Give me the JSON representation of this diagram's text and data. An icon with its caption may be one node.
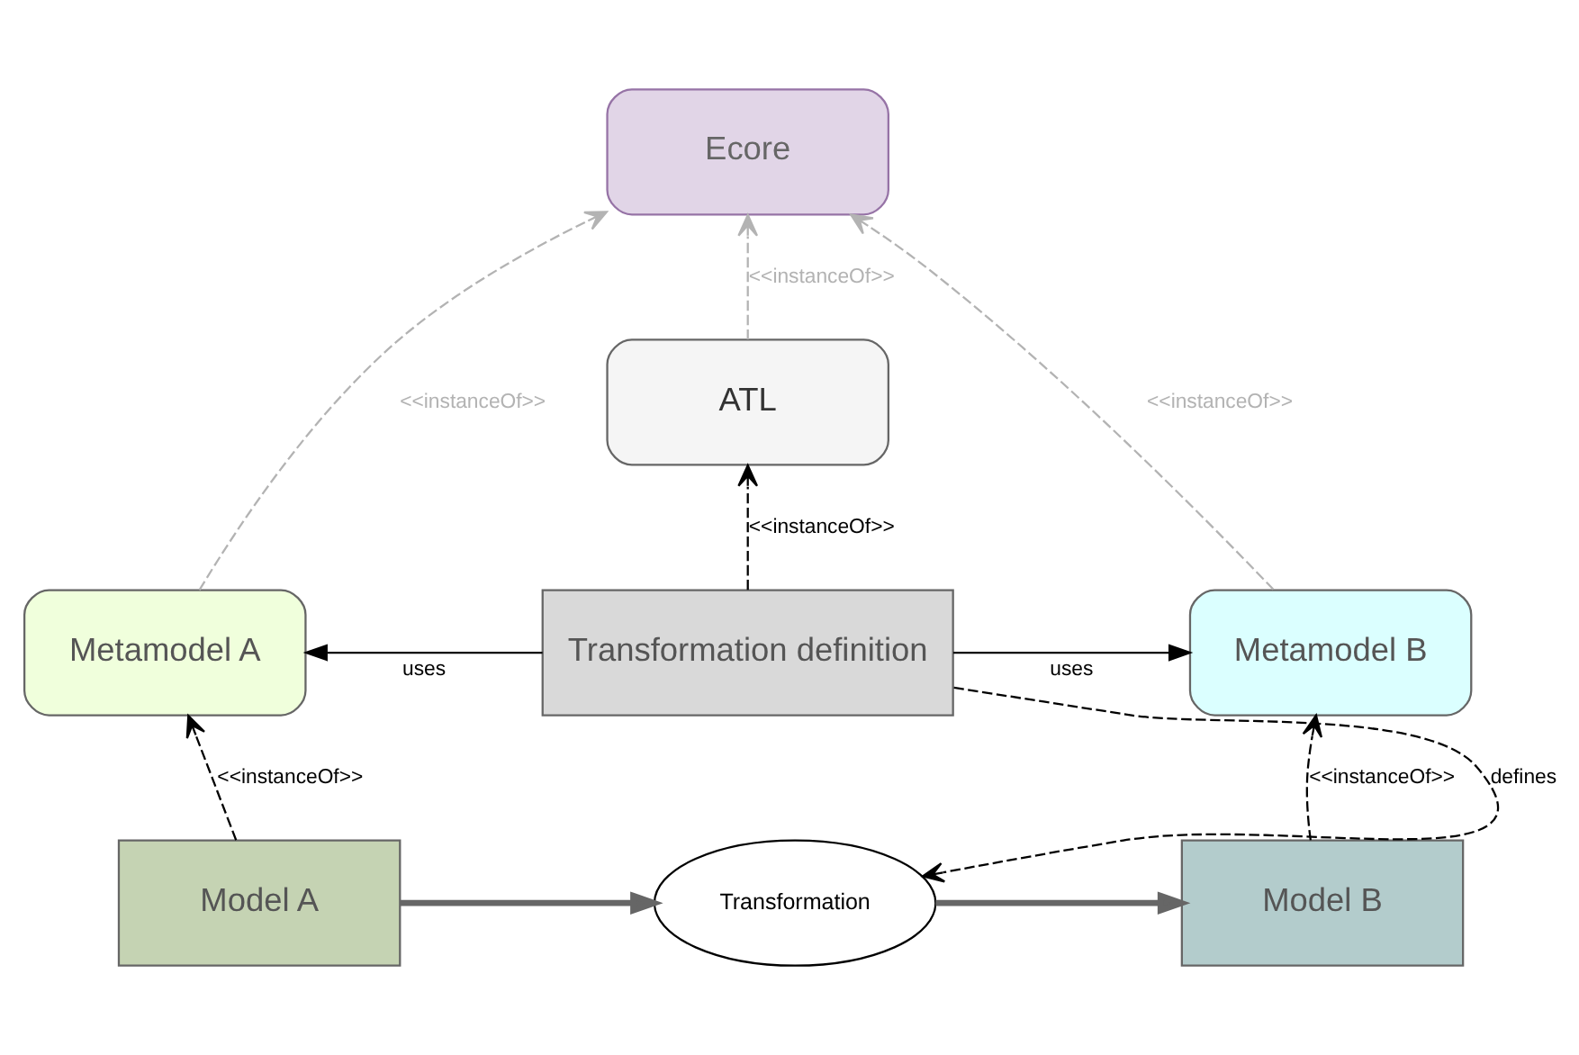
{
  "diagram": {
    "nodes": [
      {
        "text": [
          "Ecore"
        ]
      },
      {
        "text": [
          "ATL"
        ]
      },
      {
        "text": [
          "Metamodel A"
        ]
      },
      {
        "text": [
          "Transformation definition"
        ]
      },
      {
        "text": [
          "Metamodel B"
        ]
      },
      {
        "text": [
          "Model A"
        ]
      },
      {
        "text": [
          "Transformation"
        ]
      },
      {
        "text": [
          "Model B"
        ]
      }
    ],
    "edges": [
      {
        "from": 2,
        "to": 0,
        "arrow": "to",
        "label": "<<instanceOf>>",
        "style": "dashed",
        "color": "#b3b3b3"
      },
      {
        "from": 1,
        "to": 0,
        "arrow": "to",
        "label": "<<instanceOf>>",
        "style": "dashed",
        "color": "#b3b3b3"
      },
      {
        "from": 4,
        "to": 0,
        "arrow": "to",
        "label": "<<instanceOf>>",
        "style": "dashed",
        "color": "#b3b3b3"
      },
      {
        "from": 3,
        "to": 1,
        "arrow": "to",
        "label": "<<instanceOf>>",
        "style": "dashed"
      },
      {
        "from": 3,
        "to": 2,
        "arrow": "to",
        "label": "uses"
      },
      {
        "from": 3,
        "to": 4,
        "arrow": "to",
        "label": "uses"
      },
      {
        "from": 3,
        "to": 6,
        "arrow": "to",
        "label": "defines",
        "style": "dashed"
      },
      {
        "from": 5,
        "to": 2,
        "arrow": "to",
        "label": "<<instanceOf>>",
        "style": "dashed"
      },
      {
        "from": 7,
        "to": 4,
        "arrow": "to",
        "label": "<<instanceOf>>",
        "style": "dashed"
      },
      {
        "from": 5,
        "to": 6,
        "arrow": "to",
        "style": "thick",
        "color": "#666666"
      },
      {
        "from": 6,
        "to": 7,
        "arrow": "to",
        "style": "thick",
        "color": "#666666"
      }
    ]
  }
}
